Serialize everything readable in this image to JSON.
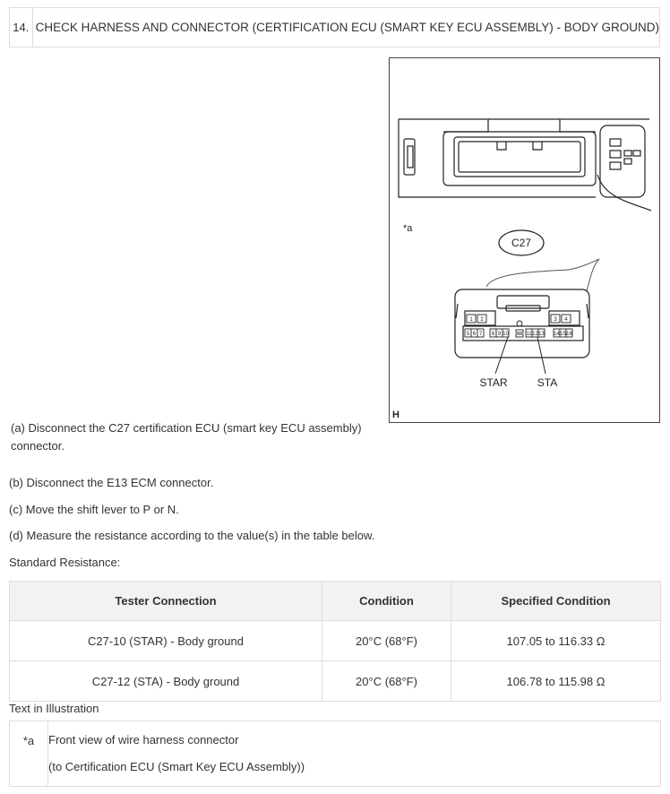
{
  "step": {
    "number": "14.",
    "title": "CHECK HARNESS AND CONNECTOR (CERTIFICATION ECU (SMART KEY ECU ASSEMBLY) - BODY GROUND)"
  },
  "illustration": {
    "callout_marker": "*a",
    "connector_code": "C27",
    "label_star": "STAR",
    "label_sta": "STA",
    "corner_code": "H",
    "pins_top_left": [
      "1",
      "2"
    ],
    "pins_top_right": [
      "3",
      "4"
    ],
    "pins_bottom": [
      "5",
      "6",
      "7",
      "8",
      "9",
      "10",
      "11",
      "12",
      "13",
      "14",
      "15",
      "16"
    ]
  },
  "instructions": {
    "a_line1": "(a) Disconnect the C27 certification ECU (smart key ECU assembly)",
    "a_line2": "connector.",
    "b": "(b) Disconnect the E13 ECM connector.",
    "c": "(c) Move the shift lever to P or N.",
    "d": "(d) Measure the resistance according to the value(s) in the table below.",
    "standard_label": "Standard Resistance:"
  },
  "resistance_table": {
    "headers": [
      "Tester Connection",
      "Condition",
      "Specified Condition"
    ],
    "rows": [
      [
        "C27-10 (STAR) - Body ground",
        "20°C (68°F)",
        "107.05 to 116.33 Ω"
      ],
      [
        "C27-12 (STA) - Body ground",
        "20°C (68°F)",
        "106.78 to 115.98 Ω"
      ]
    ]
  },
  "text_in_illustration": {
    "heading": "Text in Illustration",
    "marker": "*a",
    "line1": "Front view of wire harness connector",
    "line2": "(to Certification ECU (Smart Key ECU Assembly))"
  }
}
